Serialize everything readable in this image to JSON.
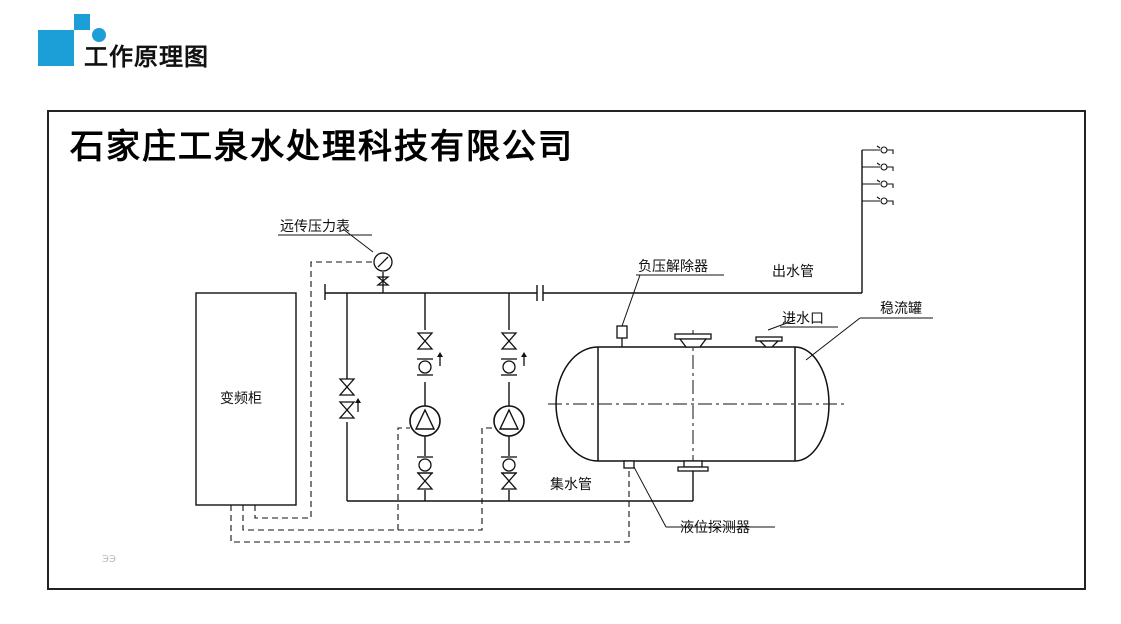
{
  "header": {
    "title": "工作原理图",
    "accent_color": "#1b9fd6",
    "logo_icon": "blue-square-dot-logo"
  },
  "diagram": {
    "company_name": "石家庄工泉水处理科技有限公司",
    "labels": {
      "pressure_gauge": "远传压力表",
      "inverter_cabinet": "变频柜",
      "vacuum_eliminator": "负压解除器",
      "outlet_pipe": "出水管",
      "inlet": "进水口",
      "stabilizer_tank": "稳流罐",
      "collector_pipe": "集水管",
      "level_detector": "液位探测器"
    },
    "faint_mark": "ЭЭ"
  }
}
